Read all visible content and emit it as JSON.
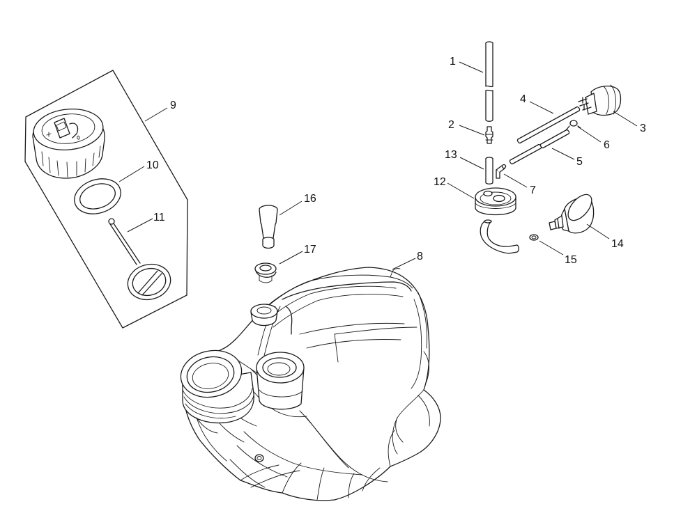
{
  "callouts": {
    "c1": "1",
    "c2": "2",
    "c3": "3",
    "c4": "4",
    "c5": "5",
    "c6": "6",
    "c7": "7",
    "c8": "8",
    "c9": "9",
    "c10": "10",
    "c11": "11",
    "c12": "12",
    "c13": "13",
    "c14": "14",
    "c15": "15",
    "c16": "16",
    "c17": "17"
  },
  "parts": [
    {
      "callout": "1",
      "name": "fuel-line-upper"
    },
    {
      "callout": "2",
      "name": "line-connector"
    },
    {
      "callout": "3",
      "name": "primer-bulb"
    },
    {
      "callout": "4",
      "name": "fuel-line-4"
    },
    {
      "callout": "5",
      "name": "fuel-line-5"
    },
    {
      "callout": "6",
      "name": "hose-clamp"
    },
    {
      "callout": "7",
      "name": "elbow-fitting"
    },
    {
      "callout": "8",
      "name": "fuel-tank"
    },
    {
      "callout": "9",
      "name": "fuel-cap-assembly"
    },
    {
      "callout": "10",
      "name": "cap-gasket"
    },
    {
      "callout": "11",
      "name": "cap-retainer-strap"
    },
    {
      "callout": "12",
      "name": "grommet-with-pickup-line"
    },
    {
      "callout": "13",
      "name": "short-fuel-line"
    },
    {
      "callout": "14",
      "name": "fuel-filter"
    },
    {
      "callout": "15",
      "name": "o-ring"
    },
    {
      "callout": "16",
      "name": "tank-vent"
    },
    {
      "callout": "17",
      "name": "vent-grommet"
    }
  ]
}
